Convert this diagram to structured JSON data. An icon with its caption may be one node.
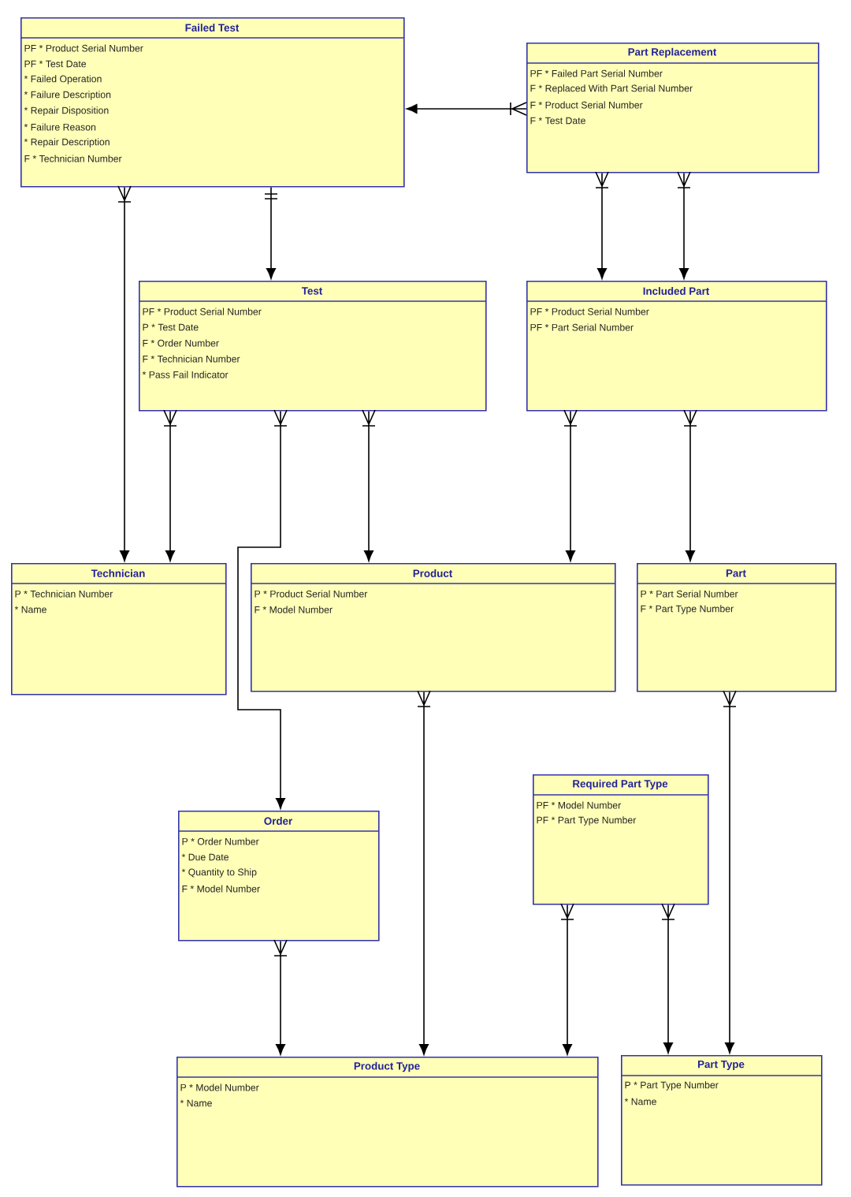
{
  "diagram": {
    "nodes": [
      {
        "text": [
          "Failed Test",
          "PF * Product Serial Number",
          "PF * Test Date",
          "* Failed Operation",
          "* Failure Description",
          "* Repair Disposition",
          "* Failure Reason",
          "* Repair Description",
          "F * Technician Number"
        ]
      },
      {
        "text": [
          "Part Replacement",
          "PF * Failed Part Serial Number",
          "F * Replaced With Part Serial Number",
          "F * Product Serial Number",
          "F * Test Date"
        ]
      },
      {
        "text": [
          "Test",
          "PF * Product Serial Number",
          "P * Test Date",
          "F * Order Number",
          "F * Technician Number",
          "* Pass Fail Indicator"
        ]
      },
      {
        "text": [
          "Included Part",
          "PF * Product Serial Number",
          "PF * Part Serial Number"
        ]
      },
      {
        "text": [
          "Technician",
          "P * Technician Number",
          "* Name"
        ]
      },
      {
        "text": [
          "Product",
          "P * Product Serial Number",
          "F * Model Number"
        ]
      },
      {
        "text": [
          "Part",
          "P * Part Serial Number",
          "F * Part Type Number"
        ]
      },
      {
        "text": [
          "Order",
          "P * Order Number",
          "* Due Date",
          "* Quantity to Ship",
          "F * Model Number"
        ]
      },
      {
        "text": [
          "Required Part Type",
          "PF * Model Number",
          "PF * Part Type Number"
        ]
      },
      {
        "text": [
          "Product Type",
          "P * Model Number",
          "* Name"
        ]
      },
      {
        "text": [
          "Part Type",
          "P * Part Type Number",
          "* Name"
        ]
      }
    ],
    "edges": [
      {
        "from": 1,
        "to": 0,
        "arrow": "to"
      },
      {
        "from": 0,
        "to": 4,
        "arrow": "to"
      },
      {
        "from": 0,
        "to": 2,
        "arrow": "to"
      },
      {
        "from": 1,
        "to": 3,
        "arrow": "to"
      },
      {
        "from": 1,
        "to": 3,
        "arrow": "to"
      },
      {
        "from": 2,
        "to": 4,
        "arrow": "to"
      },
      {
        "from": 2,
        "to": 7,
        "arrow": "to"
      },
      {
        "from": 2,
        "to": 5,
        "arrow": "to"
      },
      {
        "from": 3,
        "to": 5,
        "arrow": "to"
      },
      {
        "from": 3,
        "to": 6,
        "arrow": "to"
      },
      {
        "from": 5,
        "to": 9,
        "arrow": "to"
      },
      {
        "from": 6,
        "to": 10,
        "arrow": "to"
      },
      {
        "from": 7,
        "to": 9,
        "arrow": "to"
      },
      {
        "from": 8,
        "to": 9,
        "arrow": "to"
      },
      {
        "from": 8,
        "to": 10,
        "arrow": "to"
      }
    ]
  }
}
